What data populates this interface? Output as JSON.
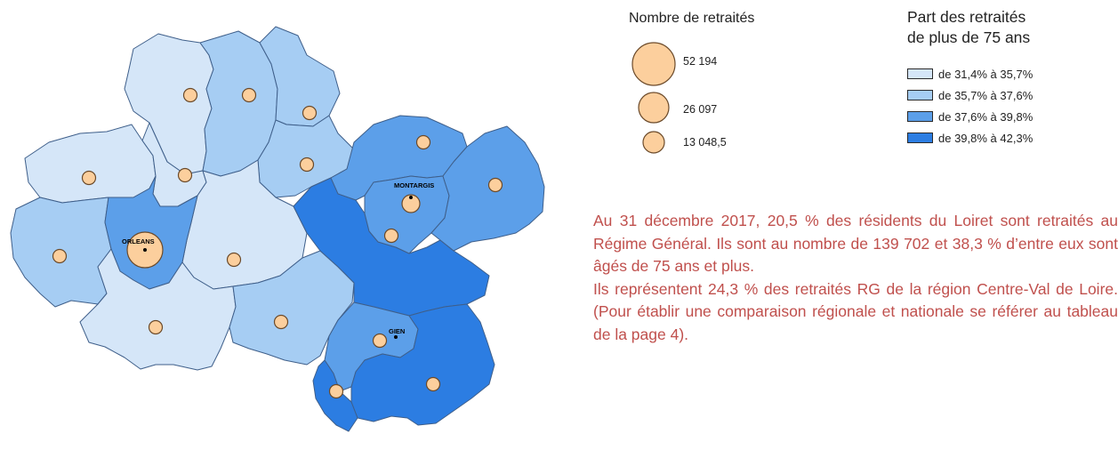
{
  "colors": {
    "class1": "#d5e6f8",
    "class2": "#a6cdf3",
    "class3": "#5c9fe9",
    "class4": "#2c7de2",
    "border": "#3f5f8a",
    "circle_fill": "#fccf9d",
    "circle_stroke": "#6b4a2a",
    "text_red": "#c0504d"
  },
  "map": {
    "cities": {
      "orleans": "ORLEANS",
      "montargis": "MONTARGIS",
      "gien": "GIEN"
    },
    "zones": [
      {
        "id": "z01",
        "share_class": 1,
        "retirees_scale": "small"
      },
      {
        "id": "z02",
        "share_class": 2,
        "retirees_scale": "small"
      },
      {
        "id": "z03",
        "share_class": 2,
        "retirees_scale": "small"
      },
      {
        "id": "z04",
        "share_class": 2,
        "retirees_scale": "small"
      },
      {
        "id": "z05",
        "share_class": 1,
        "retirees_scale": "small"
      },
      {
        "id": "z06",
        "share_class": 1,
        "retirees_scale": "small"
      },
      {
        "id": "z07",
        "share_class": 1,
        "retirees_scale": "small"
      },
      {
        "id": "z08",
        "share_class": 2,
        "retirees_scale": "small"
      },
      {
        "id": "z09",
        "share_class": 3,
        "retirees_scale": "large"
      },
      {
        "id": "z10",
        "share_class": 1,
        "retirees_scale": "small"
      },
      {
        "id": "z11",
        "share_class": 2,
        "retirees_scale": "small"
      },
      {
        "id": "z12",
        "share_class": 3,
        "retirees_scale": "small"
      },
      {
        "id": "z13",
        "share_class": 4,
        "retirees_scale": "small"
      },
      {
        "id": "z14",
        "share_class": 3,
        "retirees_scale": "medium"
      },
      {
        "id": "z15",
        "share_class": 3,
        "retirees_scale": "small"
      },
      {
        "id": "z16",
        "share_class": 3,
        "retirees_scale": "small"
      },
      {
        "id": "z17",
        "share_class": 4,
        "retirees_scale": "small"
      },
      {
        "id": "z18",
        "share_class": 4,
        "retirees_scale": "small"
      }
    ]
  },
  "legend": {
    "size": {
      "title": "Nombre de retraités",
      "items": [
        {
          "label": "52 194",
          "value": 52194
        },
        {
          "label": "26 097",
          "value": 26097
        },
        {
          "label": "13 048,5",
          "value": 13048.5
        }
      ]
    },
    "share": {
      "title": "Part des retraités\nde plus de 75 ans",
      "items": [
        {
          "label": "de 31,4% à 35,7%",
          "color": "#d5e6f8"
        },
        {
          "label": "de 35,7% à 37,6%",
          "color": "#a6cdf3"
        },
        {
          "label": "de 37,6% à 39,8%",
          "color": "#5c9fe9"
        },
        {
          "label": "de 39,8% à 42,3%",
          "color": "#2c7de2"
        }
      ]
    }
  },
  "text": {
    "para1": "Au 31 décembre 2017, 20,5 % des résidents du Loiret sont retraités au Régime Général. Ils sont au nombre de 139 702 et 38,3 % d’entre eux sont âgés de 75 ans et plus.",
    "para2": "Ils représentent 24,3 % des retraités RG de la région Centre-Val de Loire. (Pour établir une comparaison régionale et nationale se référer au tableau de la page 4)."
  }
}
